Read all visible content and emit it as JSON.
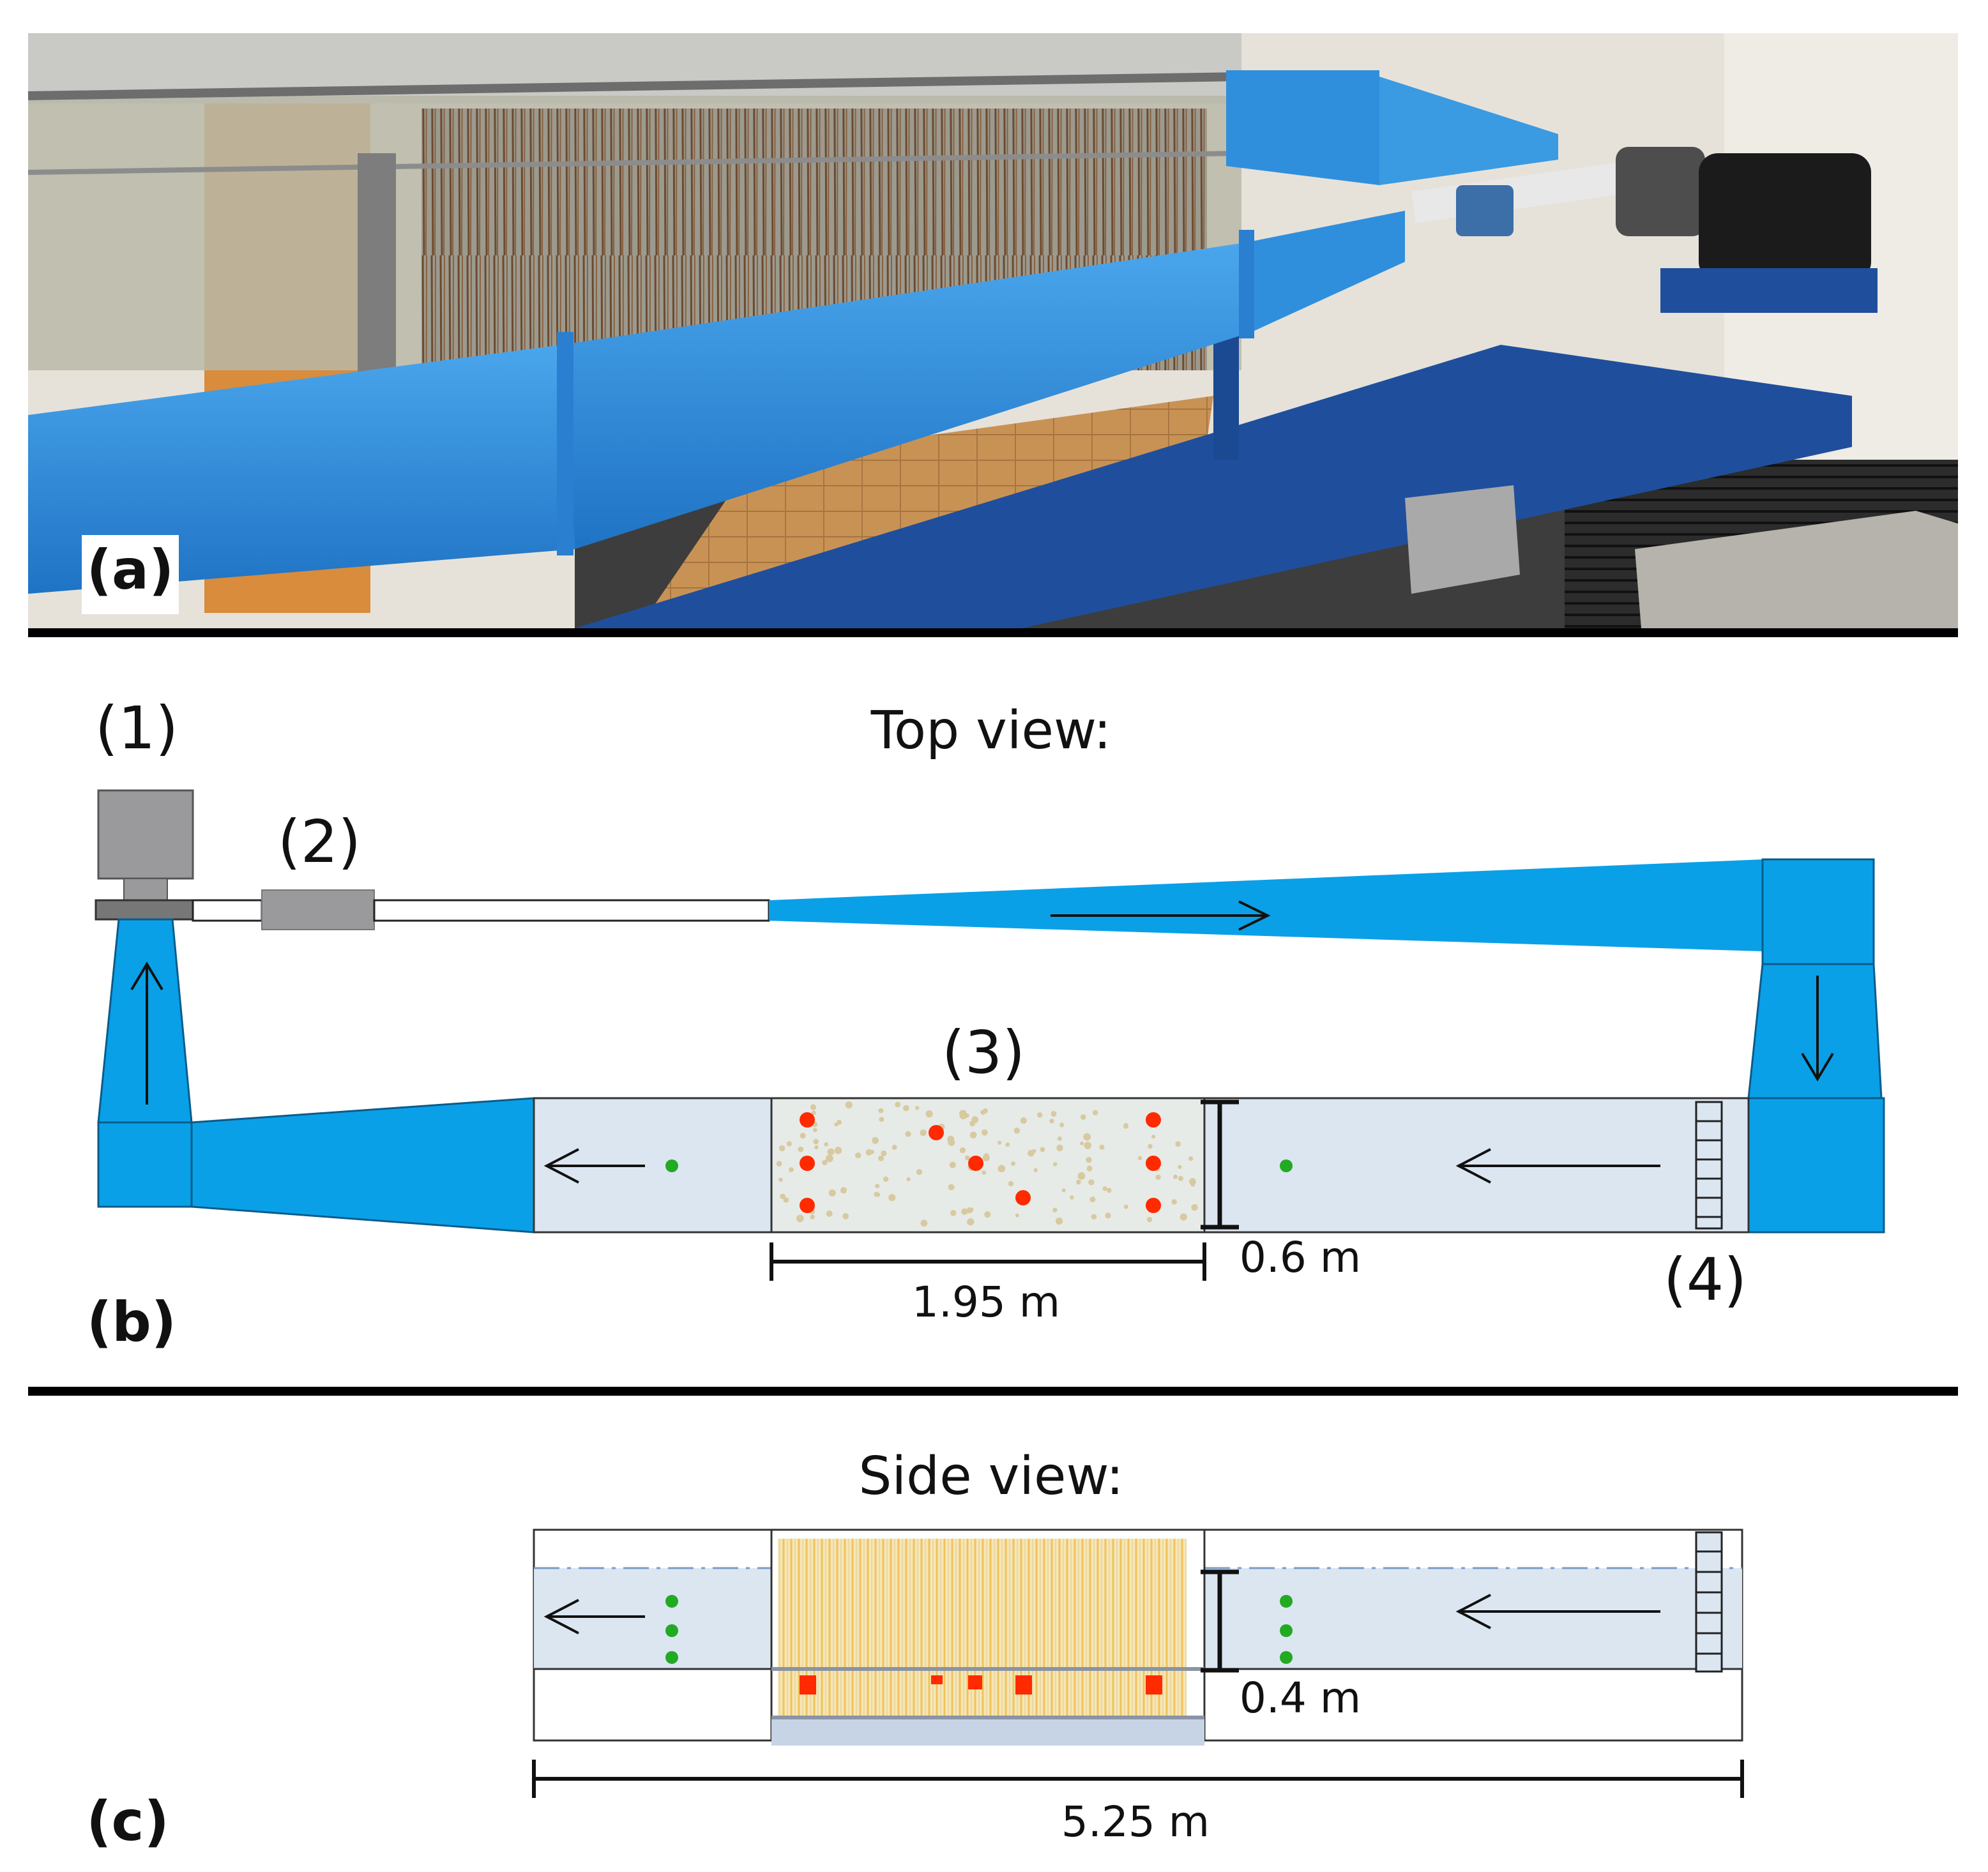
{
  "panel_a": {
    "label": "(a)",
    "colors": {
      "duct": "#2a8ad8",
      "duct_dark": "#1c5ea6",
      "frame": "#1f4f9c",
      "floor": "#3a3a3a",
      "wall": "#e9e6df",
      "wood": "#c99255",
      "door": "#d88c3c",
      "stems": "#8a6140",
      "motor": "#1b1b1b"
    }
  },
  "panel_b": {
    "label": "(b)",
    "title": "Top view:",
    "callouts": [
      "(1)",
      "(2)",
      "(3)",
      "(4)"
    ],
    "dim_length": "1.95 m",
    "dim_width": "0.6 m",
    "colors": {
      "duct": "#0aa0e8",
      "channel": "#dbe6f1",
      "component": "#9a9a9c",
      "pipe": "#ffffff",
      "cylinder": "#ff2a00",
      "probe": "#22aa22",
      "particles": "#d8c9a0"
    }
  },
  "panel_c": {
    "label": "(c)",
    "title": "Side view:",
    "dim_depth": "0.4 m",
    "dim_total": "5.25 m",
    "colors": {
      "water": "#dbe6f1",
      "canopy": "#f2d58a",
      "free_surface": "#7a9cc8",
      "cylinder": "#ff2a00",
      "probe": "#22aa22"
    }
  }
}
